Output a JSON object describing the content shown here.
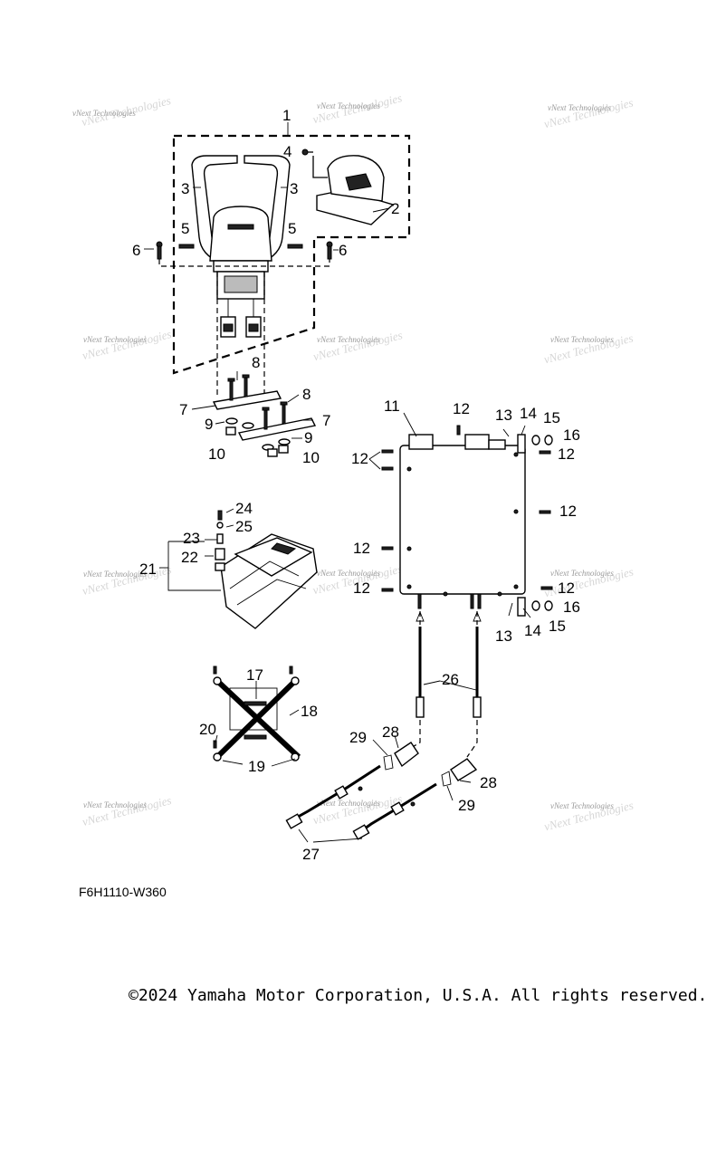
{
  "watermark": "vNext Technologies",
  "diagram_code": "F6H1110-W360",
  "copyright": "©2024 Yamaha Motor Corporation, U.S.A. All rights reserved.",
  "callouts": {
    "c1": "1",
    "c2": "2",
    "c3": "3",
    "c4": "4",
    "c5": "5",
    "c6": "6",
    "c7": "7",
    "c8": "8",
    "c9": "9",
    "c10": "10",
    "c11": "11",
    "c12": "12",
    "c13": "13",
    "c14": "14",
    "c15": "15",
    "c16": "16",
    "c17": "17",
    "c18": "18",
    "c19": "19",
    "c20": "20",
    "c21": "21",
    "c22": "22",
    "c23": "23",
    "c24": "24",
    "c25": "25",
    "c26": "26",
    "c27": "27",
    "c28": "28",
    "c29": "29"
  }
}
